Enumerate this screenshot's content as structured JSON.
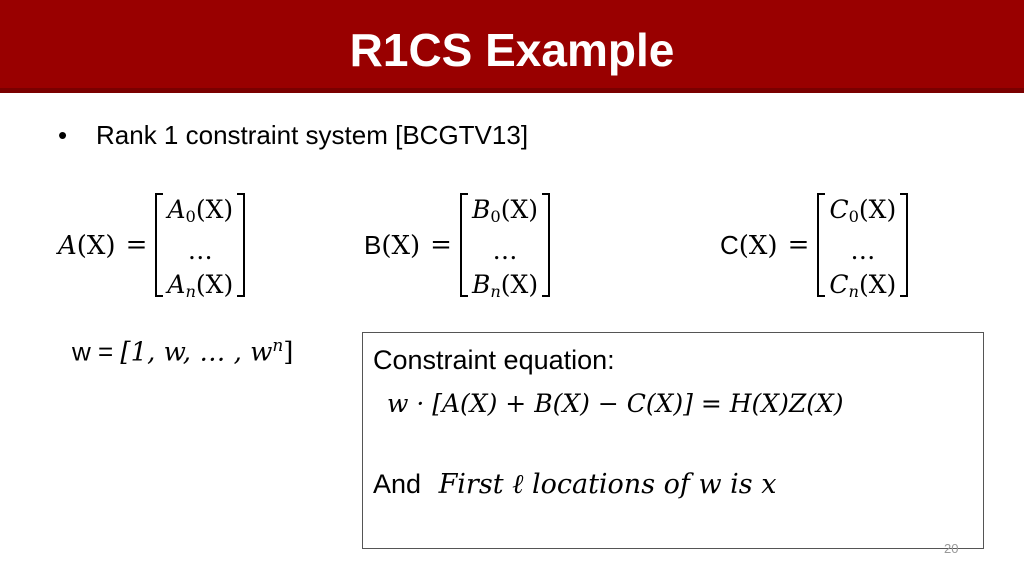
{
  "slide": {
    "title": "R1CS Example",
    "bullet": "Rank 1 constraint system [BCGTV13]",
    "bullet_symbol": "•",
    "title_bar_color": "#990000",
    "page_number": "20"
  },
  "matrices": [
    {
      "lhs_name": "A",
      "lhs_arg": "(X)",
      "equals": "=",
      "top_base": "A",
      "top_sub": "0",
      "top_arg": "(X)",
      "middle": "…",
      "bottom_base": "A",
      "bottom_sub": "n",
      "bottom_arg": "(X)"
    },
    {
      "lhs_name": "B",
      "lhs_arg": "(X)",
      "equals": "=",
      "top_base": "B",
      "top_sub": "0",
      "top_arg": "(X)",
      "middle": "…",
      "bottom_base": "B",
      "bottom_sub": "n",
      "bottom_arg": "(X)"
    },
    {
      "lhs_name": "C",
      "lhs_arg": "(X)",
      "equals": "=",
      "top_base": "C",
      "top_sub": "0",
      "top_arg": "(X)",
      "middle": "…",
      "bottom_base": "C",
      "bottom_sub": "n",
      "bottom_arg": "(X)"
    }
  ],
  "w_vector": {
    "label": "w = ",
    "body": "[1, w, … , w",
    "exponent": "n",
    "close": "]"
  },
  "constraint_box": {
    "title": "Constraint equation:",
    "equation": "w · [A(X) + B(X) − C(X)] = H(X)Z(X)",
    "and_label": "And",
    "and_text": "First ℓ locations of w is x"
  }
}
